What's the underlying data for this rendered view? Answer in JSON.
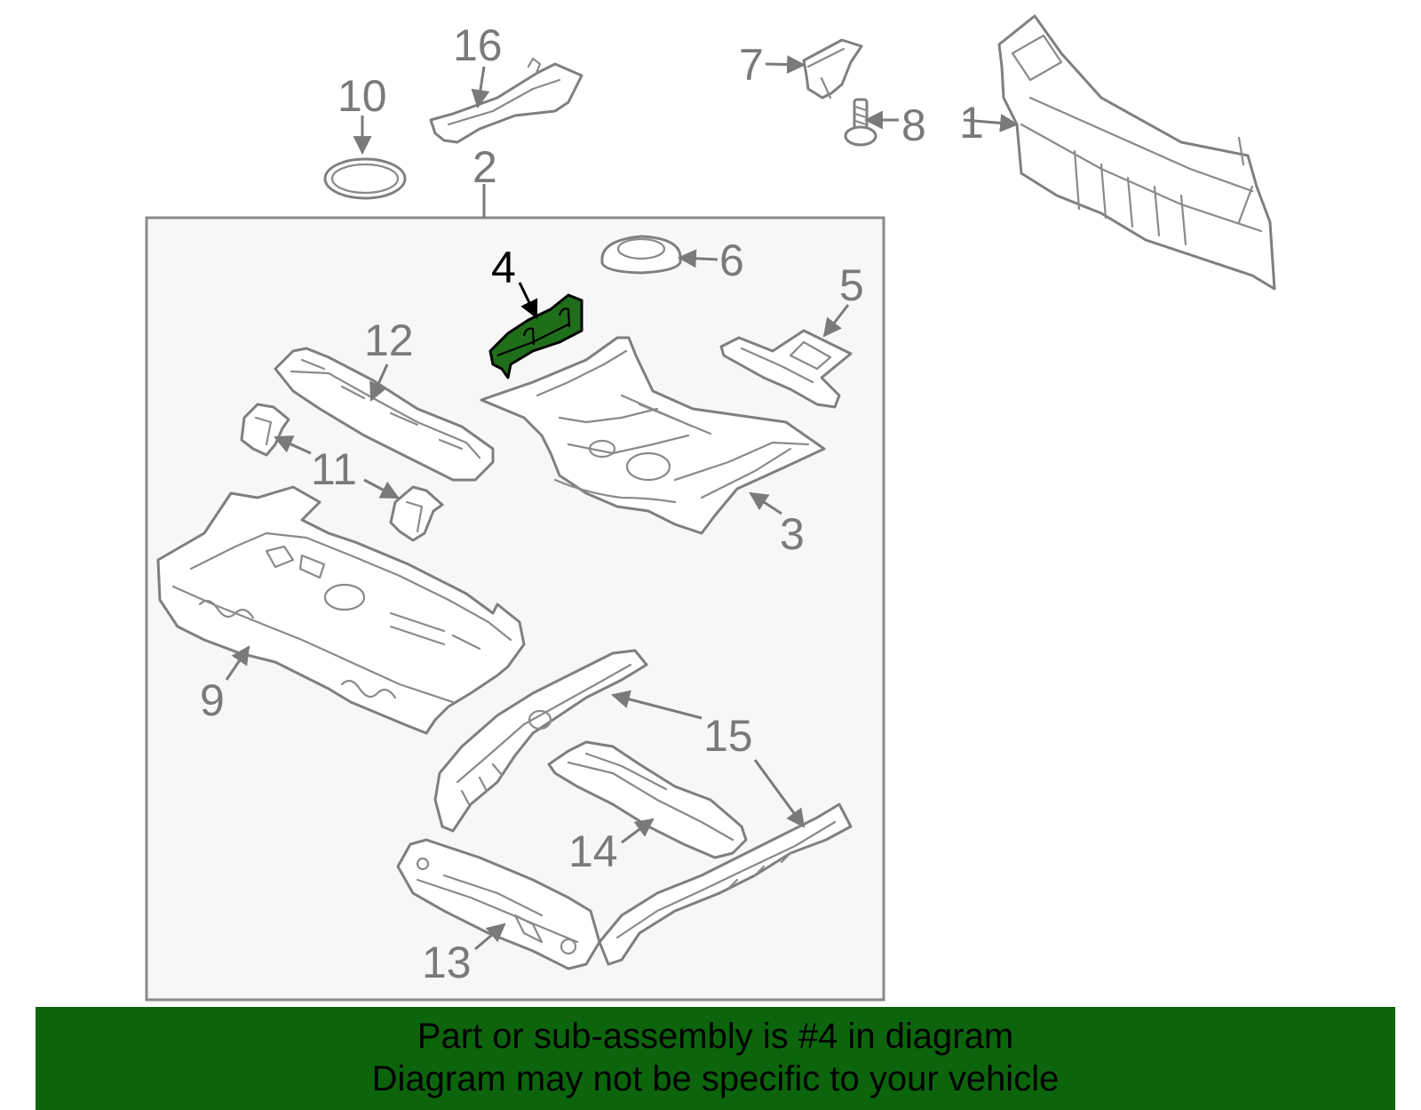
{
  "diagram": {
    "highlight_color": "#1f6e1a",
    "highlighted_part": "4",
    "callouts": [
      "1",
      "2",
      "3",
      "4",
      "5",
      "6",
      "7",
      "8",
      "9",
      "10",
      "11",
      "12",
      "13",
      "14",
      "15",
      "16"
    ]
  },
  "banner": {
    "background": "#0c650c",
    "line1": "Part or sub-assembly is #4 in diagram",
    "line2": "Diagram may not be specific to your vehicle"
  }
}
